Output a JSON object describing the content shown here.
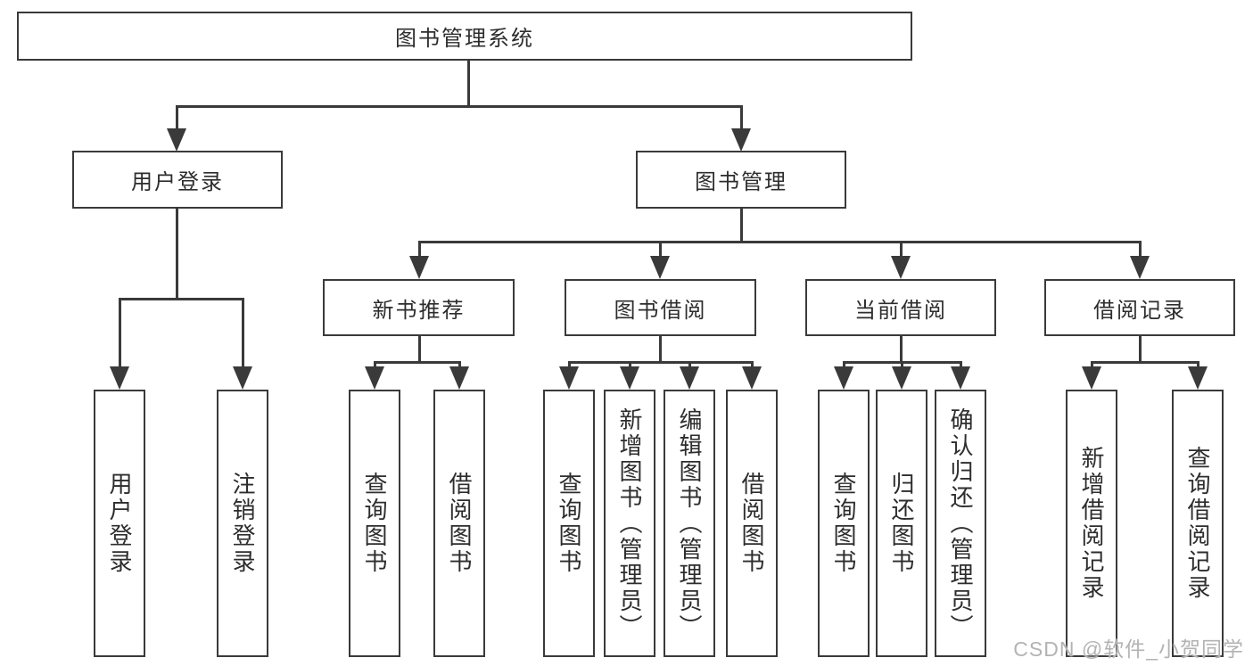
{
  "diagram": {
    "type": "hierarchy-tree",
    "root": {
      "label": "图书管理系统"
    },
    "level2": [
      {
        "label": "用户登录",
        "children": [
          "用户登录",
          "注销登录"
        ]
      },
      {
        "label": "图书管理",
        "children": [
          "新书推荐",
          "图书借阅",
          "当前借阅",
          "借阅记录"
        ]
      }
    ],
    "level3": [
      {
        "label": "新书推荐",
        "children": [
          "查询图书",
          "借阅图书"
        ]
      },
      {
        "label": "图书借阅",
        "children": [
          "查询图书",
          "新增图书（管理员）",
          "编辑图书（管理员）",
          "借阅图书"
        ]
      },
      {
        "label": "当前借阅",
        "children": [
          "查询图书",
          "归还图书",
          "确认归还（管理员）"
        ]
      },
      {
        "label": "借阅记录",
        "children": [
          "新增借阅记录",
          "查询借阅记录"
        ]
      }
    ],
    "leaves": [
      {
        "label": "用户登录",
        "parent": "用户登录"
      },
      {
        "label": "注销登录",
        "parent": "用户登录"
      },
      {
        "label": "查询图书",
        "parent": "新书推荐"
      },
      {
        "label": "借阅图书",
        "parent": "新书推荐"
      },
      {
        "label": "查询图书",
        "parent": "图书借阅"
      },
      {
        "label": "新增图书（管理员）",
        "parent": "图书借阅"
      },
      {
        "label": "编辑图书（管理员）",
        "parent": "图书借阅"
      },
      {
        "label": "借阅图书",
        "parent": "图书借阅"
      },
      {
        "label": "查询图书",
        "parent": "当前借阅"
      },
      {
        "label": "归还图书",
        "parent": "当前借阅"
      },
      {
        "label": "确认归还（管理员）",
        "parent": "当前借阅"
      },
      {
        "label": "新增借阅记录",
        "parent": "借阅记录"
      },
      {
        "label": "查询借阅记录",
        "parent": "借阅记录"
      }
    ]
  },
  "watermark": {
    "text": "CSDN @软件_小贺同学"
  },
  "colors": {
    "line": "#3a3a3a",
    "text": "#2d2d2d",
    "bg": "#ffffff",
    "watermark": "#b3b3b3"
  }
}
